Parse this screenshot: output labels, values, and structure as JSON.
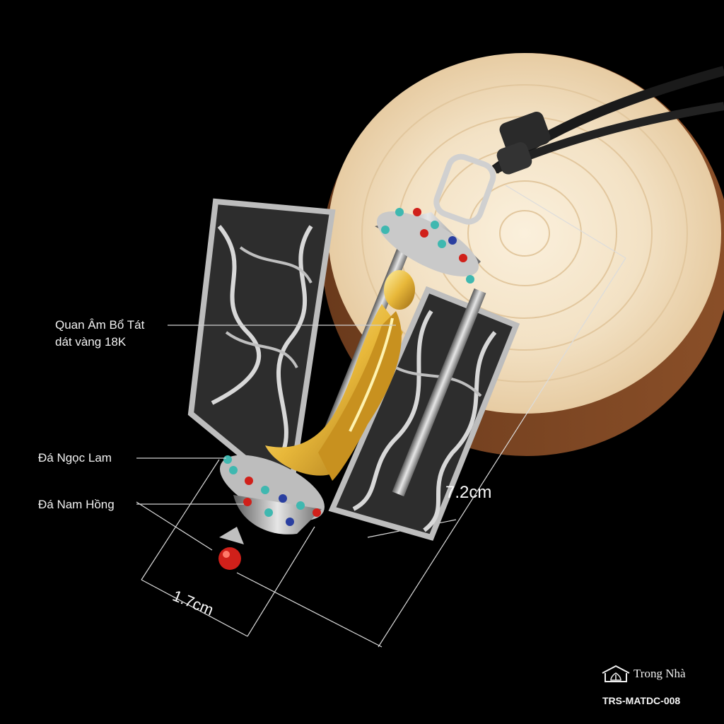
{
  "annotations": {
    "statue_line1": "Quan Âm Bổ Tát",
    "statue_line2": "dát vàng 18K",
    "blue_stone": "Đá Ngọc Lam",
    "red_stone": "Đá Nam Hồng"
  },
  "dimensions": {
    "height": "7.2cm",
    "width": "1.7cm"
  },
  "brand": {
    "name": "Trong Nhà",
    "logo_icon": "lotus-house-icon"
  },
  "product_code": "TRS-MATDC-008",
  "colors": {
    "background": "#000000",
    "gold": "#e8b83a",
    "silver": "#c9c9c9",
    "turquoise": "#3fb8b0",
    "coral": "#d0201a",
    "wood": "#f3e3c8"
  }
}
